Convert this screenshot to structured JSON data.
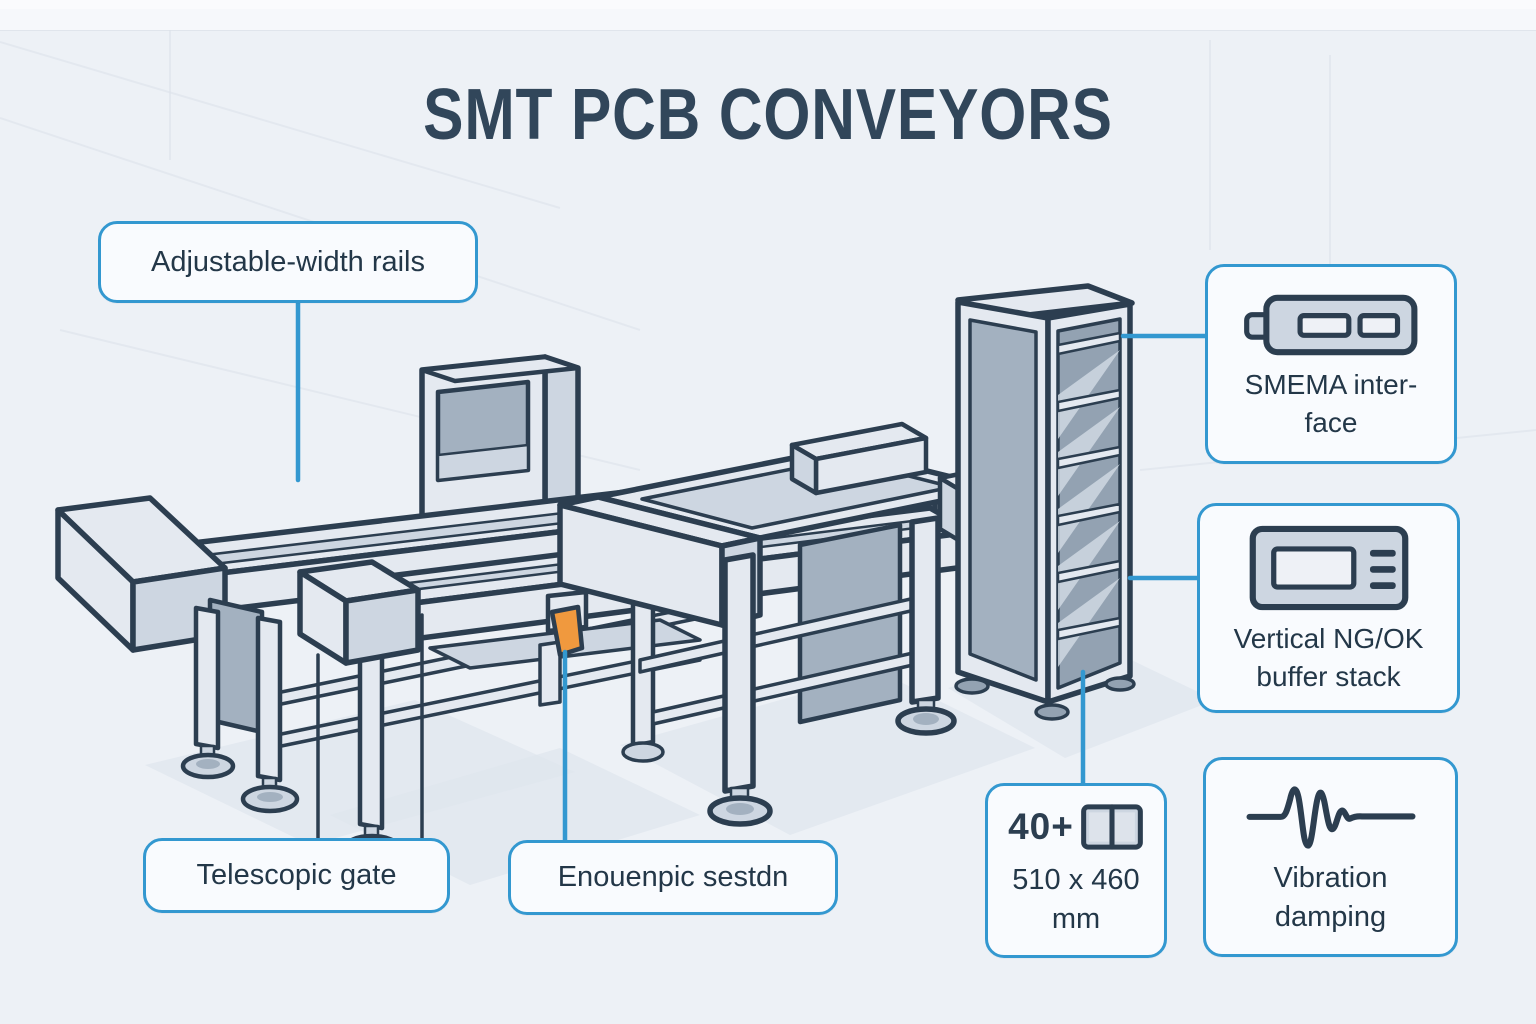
{
  "title": "SMT PCB CONVEYORS",
  "labels": {
    "adjustable_rails": "Adjustable-width rails",
    "telescopic_gate": "Telescopic gate",
    "enouenpic": "Enouenpic sestdn",
    "smema_line1": "SMEMA inter-",
    "smema_line2": "face",
    "ngok_line1": "Vertical NG/OK",
    "ngok_line2": "buffer stack",
    "dims_icon_text": "40+",
    "dims_line1": "510 x 460",
    "dims_line2": "mm",
    "vibration_line1": "Vibration",
    "vibration_line2": "damping"
  },
  "icons": {
    "smema": "smema-connector-icon",
    "ngok": "buffer-panel-icon",
    "dims": "pcb-panel-size-icon",
    "vibration": "vibration-wave-icon"
  },
  "colors": {
    "accent": "#3398d0",
    "outline": "#2c3e50",
    "orange": "#f0993e",
    "title": "#31465a",
    "text": "#233748",
    "background": "#edf1f6",
    "box_background": "#f9fbfe"
  }
}
